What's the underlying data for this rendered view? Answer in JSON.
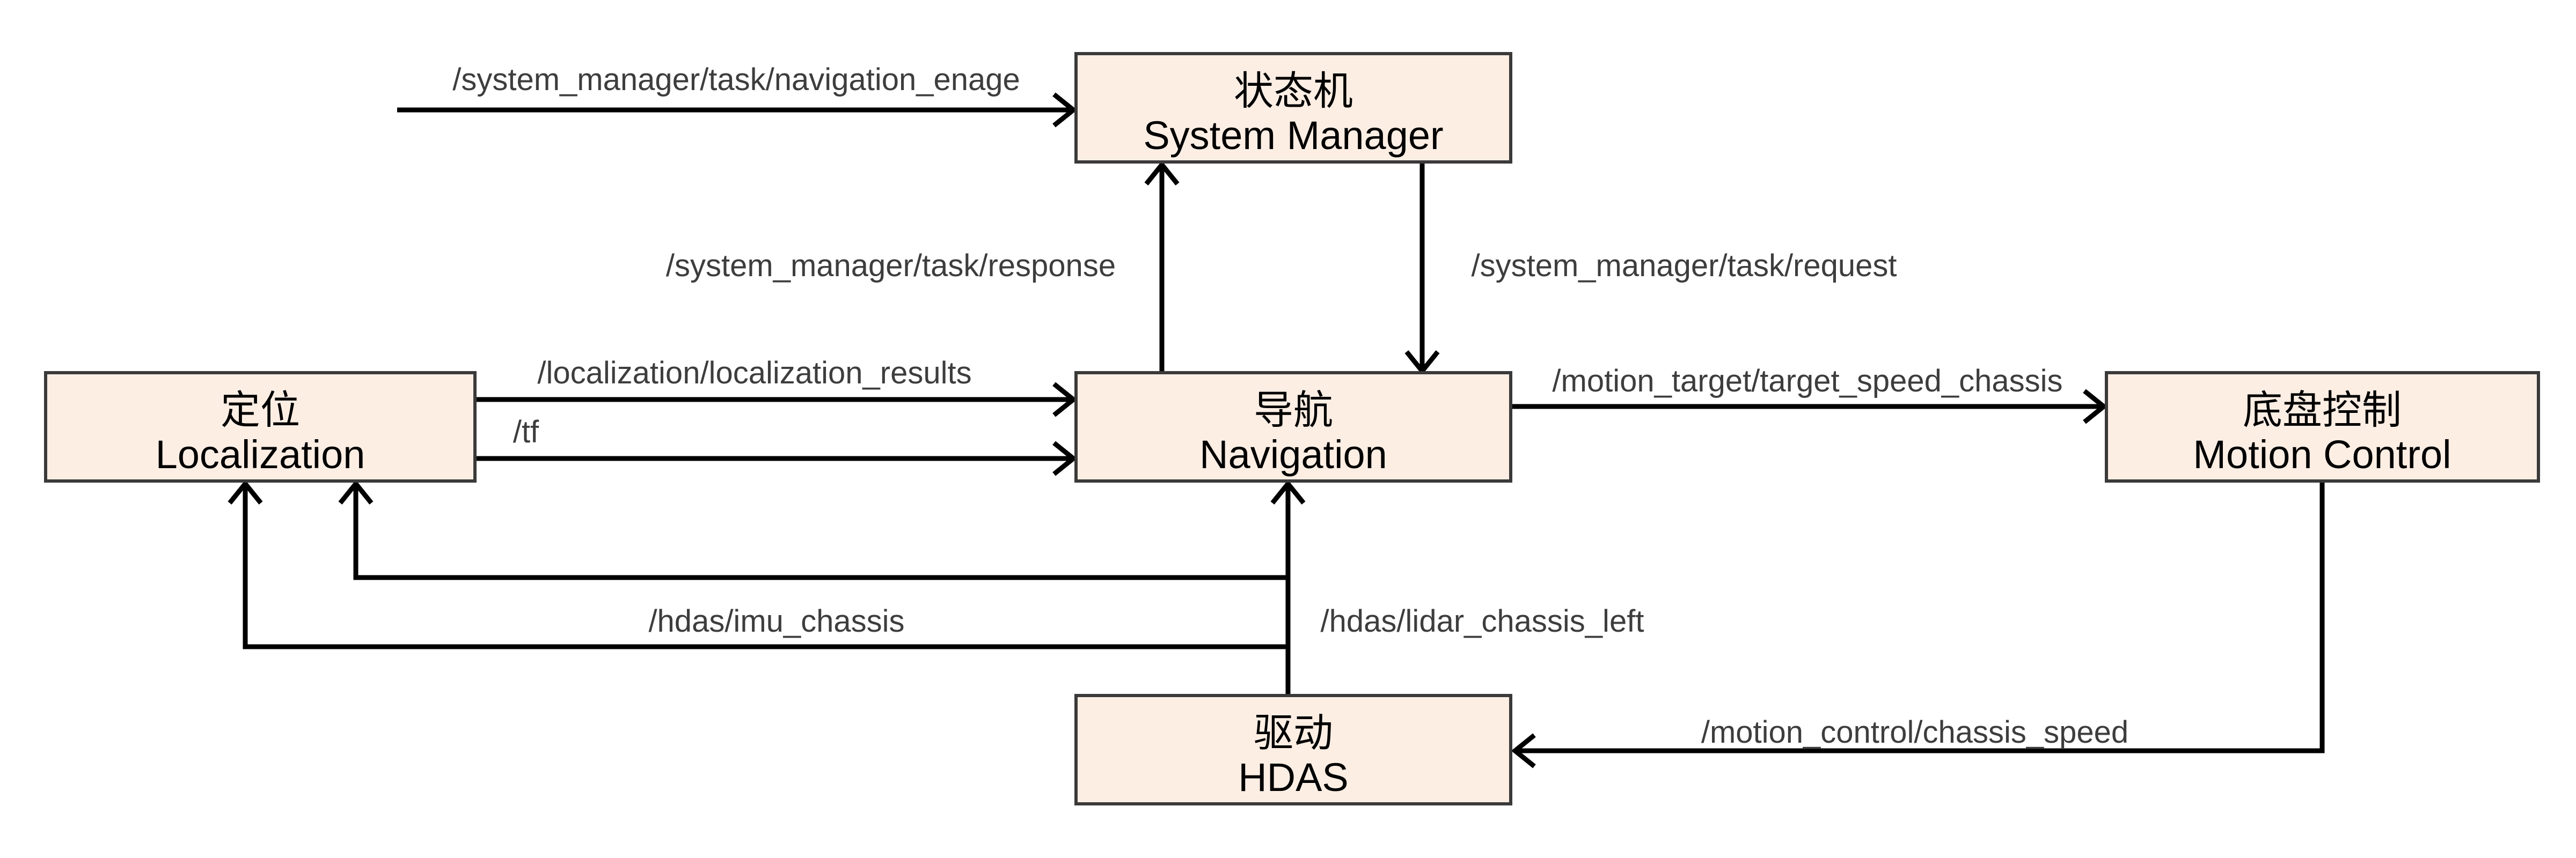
{
  "diagram": {
    "nodes": {
      "system_manager": {
        "zh": "状态机",
        "en": "System Manager"
      },
      "localization": {
        "zh": "定位",
        "en": "Localization"
      },
      "navigation": {
        "zh": "导航",
        "en": "Navigation"
      },
      "motion_control": {
        "zh": "底盘控制",
        "en": "Motion Control"
      },
      "hdas": {
        "zh": "驱动",
        "en": "HDAS"
      }
    },
    "topics": {
      "navigation_enage": "/system_manager/task/navigation_enage",
      "task_response": "/system_manager/task/response",
      "task_request": "/system_manager/task/request",
      "localization_results": "/localization/localization_results",
      "tf": "/tf",
      "target_speed_chassis": "/motion_target/target_speed_chassis",
      "imu_chassis": "/hdas/imu_chassis",
      "lidar_chassis_left": "/hdas/lidar_chassis_left",
      "chassis_speed": "/motion_control/chassis_speed"
    },
    "colors": {
      "background": "#ffffff",
      "node_fill": "#fdeee4",
      "node_border": "#3a3a3a",
      "node_text": "#000000",
      "edge": "#000000",
      "topic_text": "#3d3d3d"
    }
  }
}
